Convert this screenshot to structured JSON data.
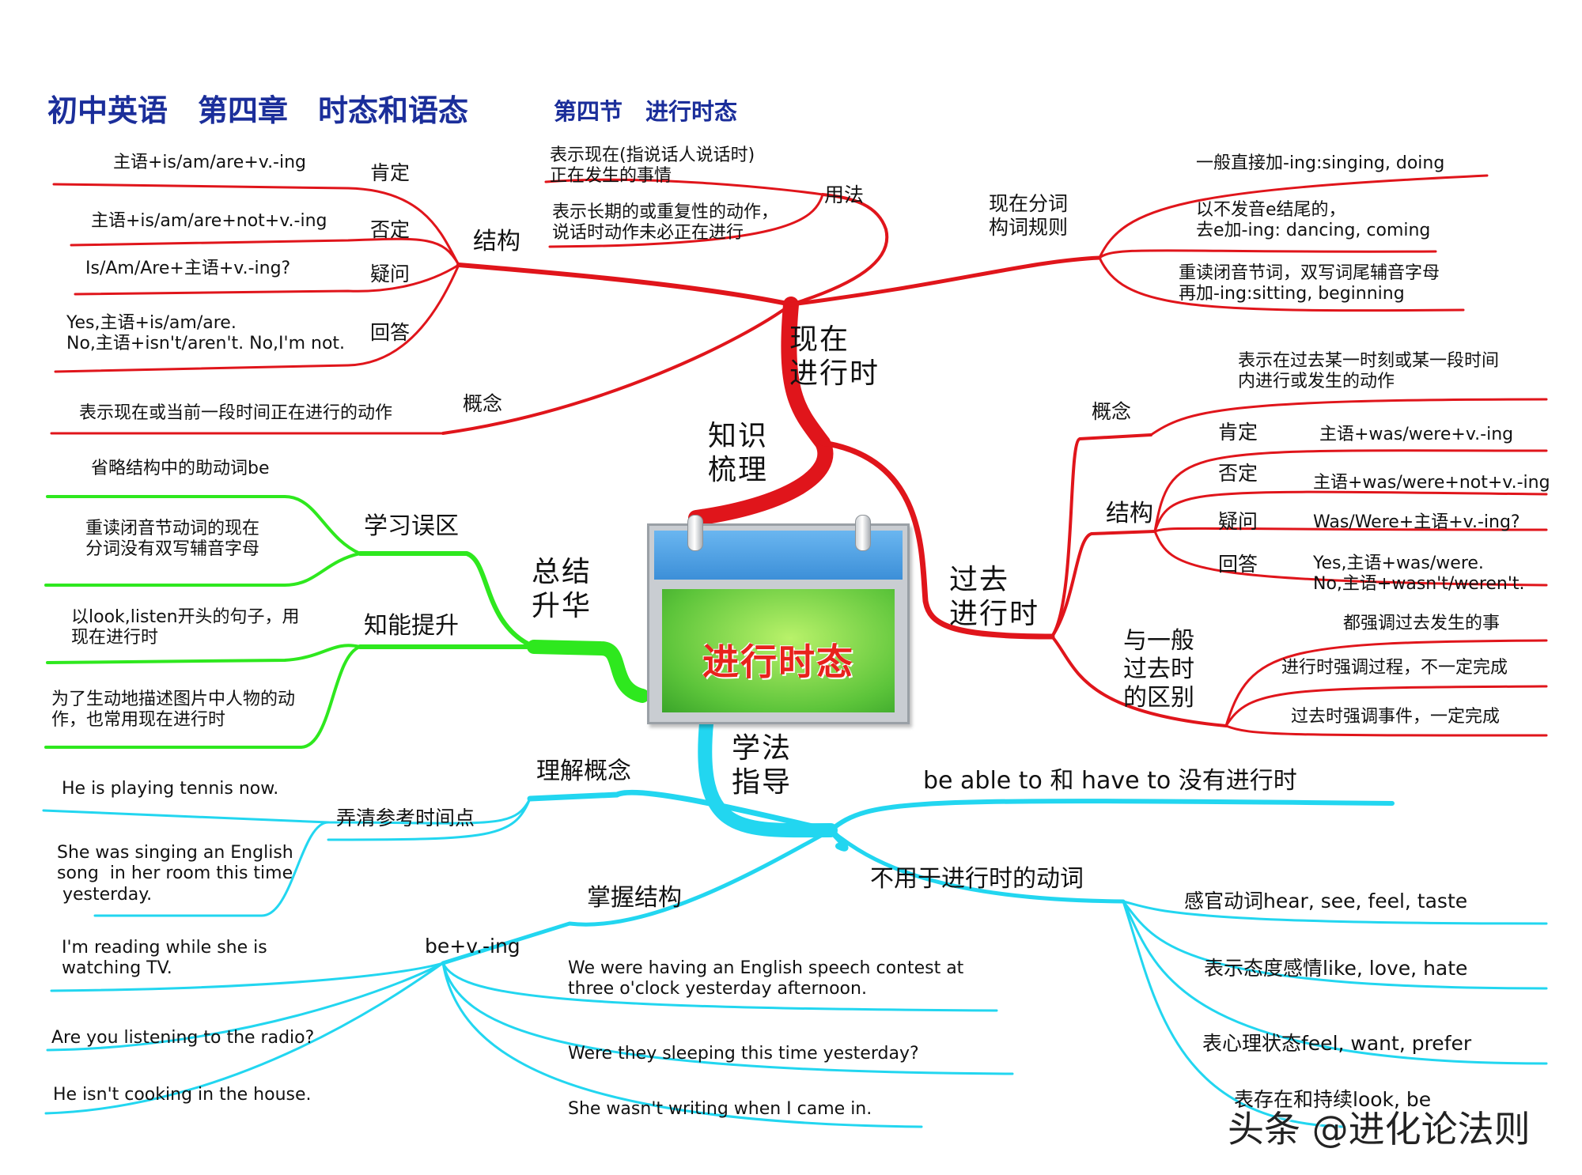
{
  "title": {
    "part1": "初中英语　第四章　时态和语态",
    "part2": "第四节　进行时态"
  },
  "center": {
    "label": "进行时态"
  },
  "branches": {
    "knowledge": "知识\n梳理",
    "present": "现在\n进行时",
    "past": "过去\n进行时",
    "summary": "总结\n升华",
    "method": "学法\n指导"
  },
  "present": {
    "structure": {
      "label": "结构",
      "items": [
        {
          "type": "肯定",
          "text": "主语+is/am/are+v.-ing"
        },
        {
          "type": "否定",
          "text": "主语+is/am/are+not+v.-ing"
        },
        {
          "type": "疑问",
          "text": "Is/Am/Are+主语+v.-ing?"
        },
        {
          "type": "回答",
          "text": "Yes,主语+is/am/are.\nNo,主语+isn't/aren't. No,I'm not."
        }
      ]
    },
    "concept": {
      "label": "概念",
      "text": "表示现在或当前一段时间正在进行的动作"
    },
    "usage": {
      "label": "用法",
      "items": [
        "表示现在(指说话人说话时)\n正在发生的事情",
        "表示长期的或重复性的动作，\n说话时动作未必正在进行"
      ]
    },
    "participle": {
      "label": "现在分词\n构词规则",
      "items": [
        "一般直接加-ing:singing, doing",
        "以不发音e结尾的，\n去e加-ing: dancing, coming",
        "重读闭音节词，双写词尾辅音字母\n再加-ing:sitting, beginning"
      ]
    }
  },
  "past": {
    "concept": {
      "label": "概念",
      "text": "表示在过去某一时刻或某一段时间\n内进行或发生的动作"
    },
    "structure": {
      "label": "结构",
      "items": [
        {
          "type": "肯定",
          "text": "主语+was/were+v.-ing"
        },
        {
          "type": "否定",
          "text": "主语+was/were+not+v.-ing"
        },
        {
          "type": "疑问",
          "text": "Was/Were+主语+v.-ing?"
        },
        {
          "type": "回答",
          "text": "Yes,主语+was/were.\nNo,主语+wasn't/weren't."
        }
      ]
    },
    "difference": {
      "label": "与一般\n过去时\n的区别",
      "items": [
        "都强调过去发生的事",
        "进行时强调过程，不一定完成",
        "过去时强调事件，一定完成"
      ]
    }
  },
  "summary": {
    "mistakes": {
      "label": "学习误区",
      "items": [
        "省略结构中的助动词be",
        "重读闭音节动词的现在\n分词没有双写辅音字母"
      ]
    },
    "improve": {
      "label": "知能提升",
      "items": [
        "以look,listen开头的句子，用\n现在进行时",
        "为了生动地描述图片中人物的动\n作，也常用现在进行时"
      ]
    }
  },
  "method": {
    "concept": {
      "label": "理解概念"
    },
    "timepoint": {
      "label": "弄清参考时间点",
      "items": [
        "He is playing tennis now.",
        "She was singing an English\nsong  in her room this time\n yesterday."
      ]
    },
    "structure": {
      "label": "掌握结构"
    },
    "being": {
      "label": "be+v.-ing",
      "left": [
        "I'm reading while she is\nwatching TV.",
        "Are you listening to the radio?",
        "He isn't cooking in the house."
      ],
      "right": [
        "We were having an English speech contest at\nthree o'clock yesterday afternoon.",
        "Were they sleeping this time yesterday?",
        "She wasn't writing when I came in."
      ]
    },
    "able": {
      "label": "be able to 和 have to 没有进行时"
    },
    "not_used": {
      "label": "不用于进行时的动词",
      "items": [
        "感官动词hear, see, feel, taste",
        "表示态度感情like, love, hate",
        "表心理状态feel, want, prefer",
        "表存在和持续look, be"
      ]
    }
  },
  "watermark": "头条 @进化论法则",
  "colors": {
    "title": "#1b2e9a",
    "red": "#e0151b",
    "green": "#2ee81e",
    "cyan": "#22d6f0",
    "center_text": "#e8221c"
  }
}
